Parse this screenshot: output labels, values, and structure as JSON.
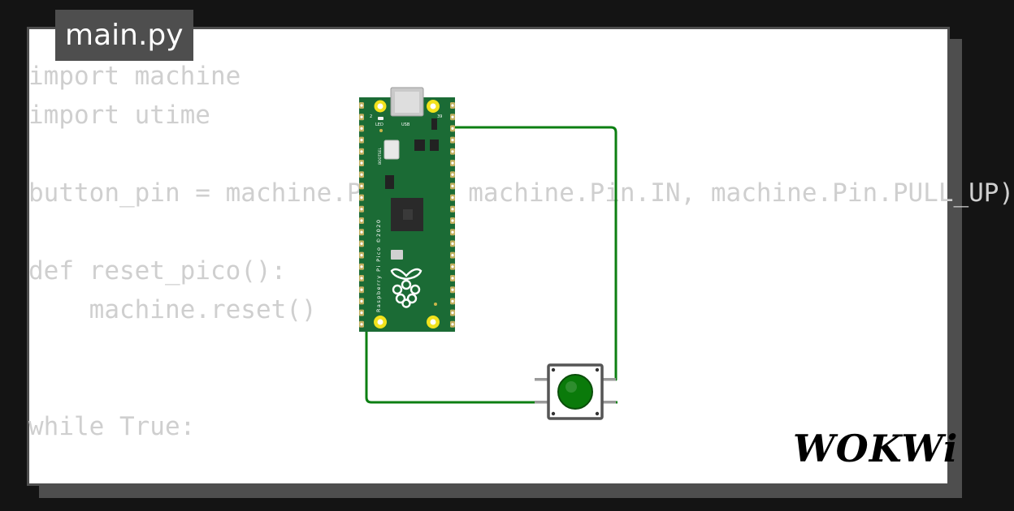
{
  "editor": {
    "filename": "main.py",
    "code_lines": [
      "import machine",
      "import utime",
      "",
      "button_pin = machine.Pin(15, machine.Pin.IN, machine.Pin.PULL_UP)",
      "",
      "def reset_pico():",
      "    machine.reset()",
      "",
      "",
      "while True:"
    ]
  },
  "board": {
    "pin_left": "2",
    "pin_right": "39",
    "led_label": "LED",
    "usb_label": "USB",
    "bootsel_label": "BOOTSEL",
    "side_text": "Raspberry Pi Pico ©2020",
    "pcb_color": "#1b6b35"
  },
  "wiring": {
    "wire_color": "#0c7f12"
  },
  "button": {
    "cap_color": "#0a7a0a"
  },
  "brand": {
    "logo_text": "WOKWi"
  }
}
